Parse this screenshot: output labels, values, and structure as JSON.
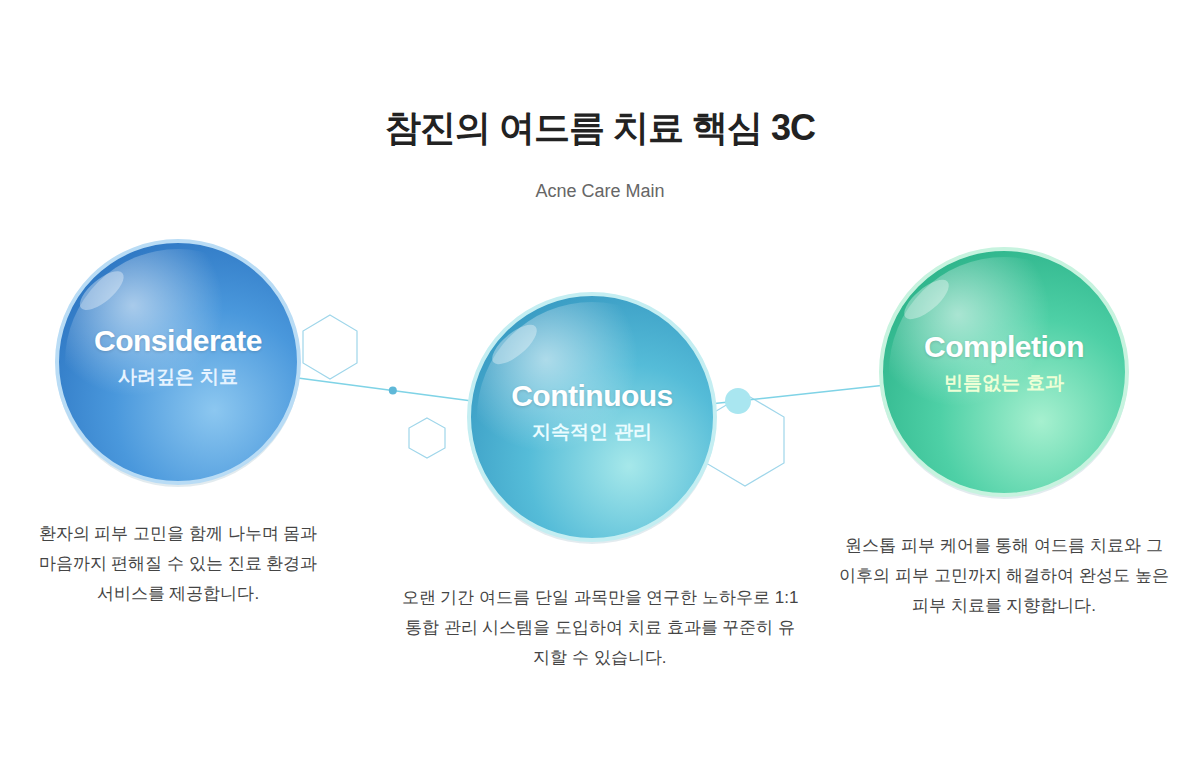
{
  "diagram": {
    "title": "참진의 여드름 치료 핵심 3C",
    "nodes": [
      {
        "text": [
          "Considerate",
          "사려깊은 치료"
        ]
      },
      {
        "text": [
          "Continuous",
          "지속적인 관리"
        ]
      },
      {
        "text": [
          "Completion",
          "빈틈없는 효과"
        ]
      }
    ],
    "edges": [
      {
        "from": 0,
        "to": 1,
        "arrow": "none"
      },
      {
        "from": 1,
        "to": 2,
        "arrow": "none"
      }
    ],
    "labels": [
      "Acne Care Main",
      "환자의 피부 고민을 함께 나누며 몸과 마음까지 편해질 수 있는 진료 환경과 서비스를 제공합니다.",
      "오랜 기간 여드름 단일 과목만을 연구한 노하우로 1:1 통합 관리 시스템을 도입하여 치료 효과를 꾸준히 유지할 수 있습니다.",
      "원스톱 피부 케어를 통해 여드름 치료와 그 이후의 피부 고민까지 해결하여 완성도 높은 피부 치료를 지향합니다."
    ]
  }
}
